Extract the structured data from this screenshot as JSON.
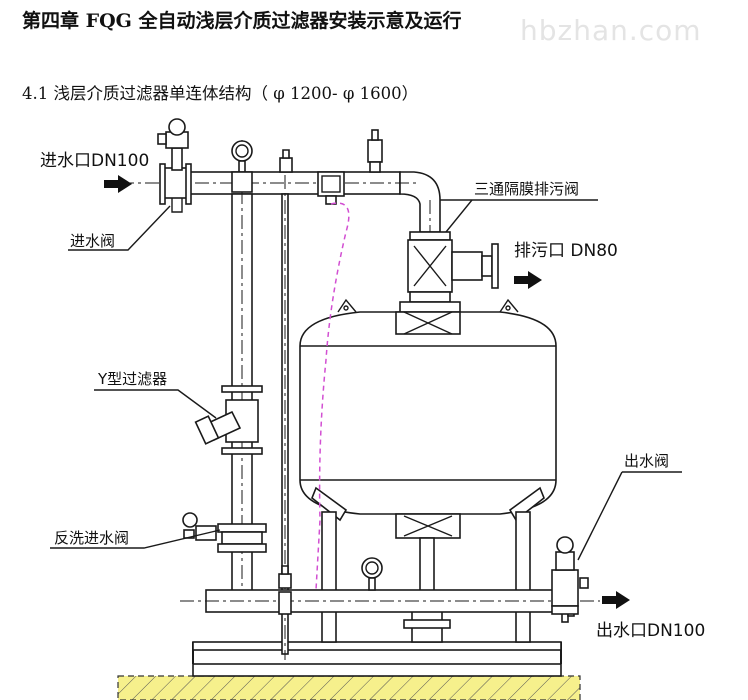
{
  "header": {
    "title": "第四章  FQG 全自动浅层介质过滤器安装示意及运行",
    "watermark": "hbzhan.com",
    "subtitle": "4.1  浅层介质过滤器单连体结构（ φ 1200- φ 1600）"
  },
  "labels": {
    "inlet_port": "进水口DN100",
    "inlet_valve": "进水阀",
    "three_way_valve": "三通隔膜排污阀",
    "drain_port": "排污口 DN80",
    "y_filter": "Y型过滤器",
    "backwash_valve": "反洗进水阀",
    "outlet_valve": "出水阀",
    "outlet_port": "出水口DN100"
  },
  "colors": {
    "line": "#1a1a1a",
    "signal_line": "#d24fd2",
    "ground_fill": "#f5f08a"
  }
}
